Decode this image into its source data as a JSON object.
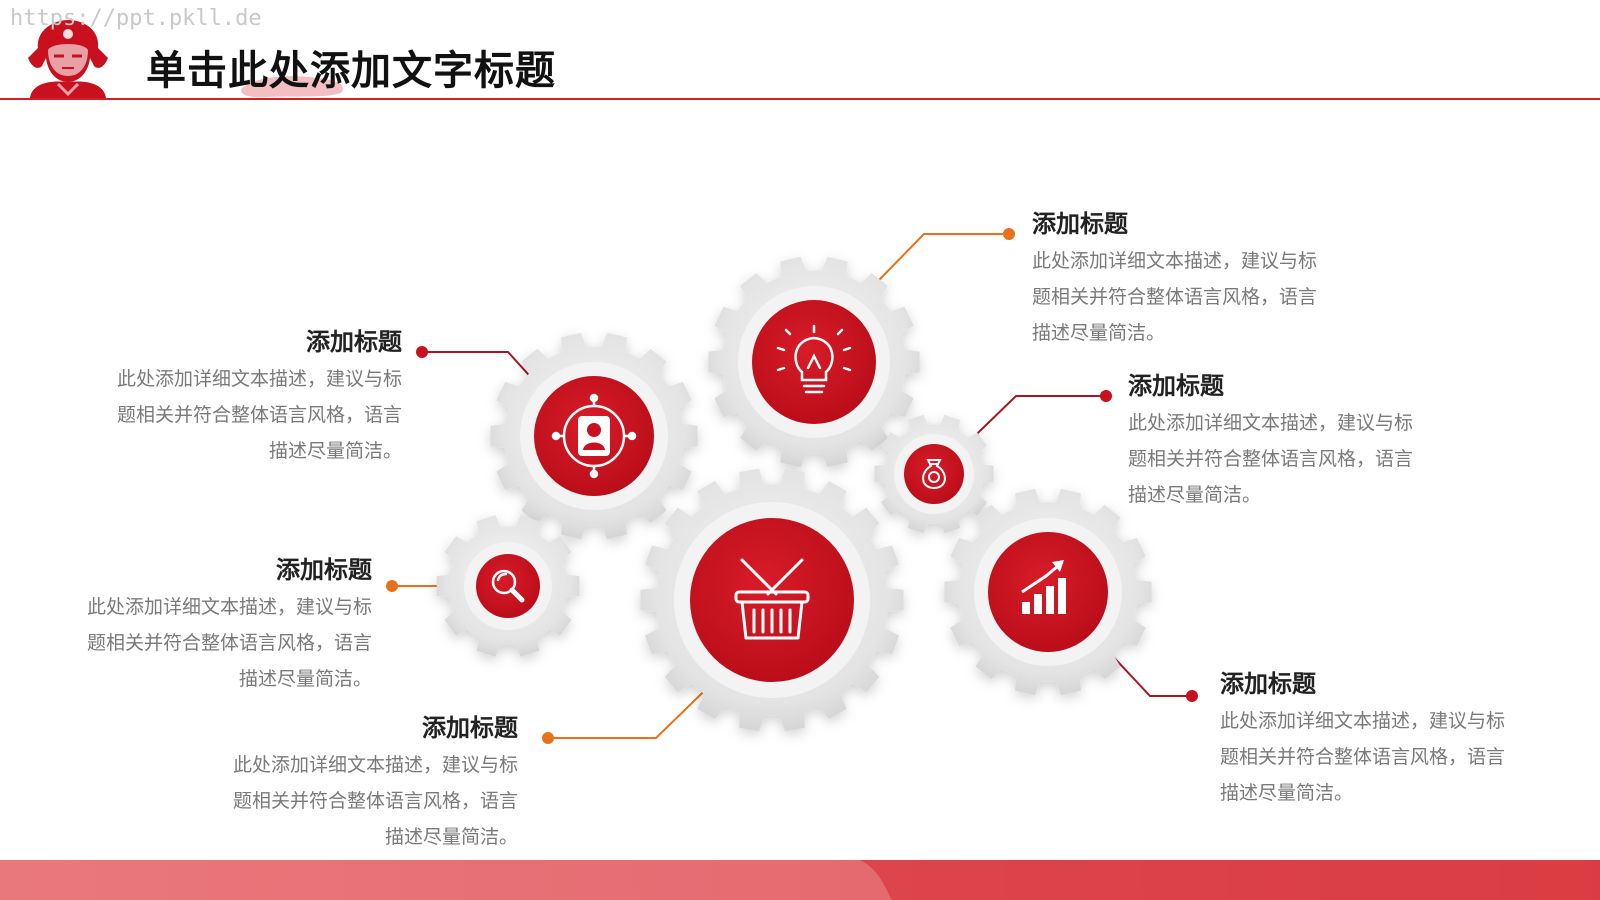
{
  "watermark": "https://ppt.pkll.de",
  "title": "单击此处添加文字标题",
  "colors": {
    "accent": "#c8101e",
    "rule": "#d0202a",
    "orange": "#e8721c",
    "gear": "#e2e2e2",
    "text": "#222222",
    "muted": "#7a7a7a"
  },
  "blocks": [
    {
      "id": "left-top",
      "heading": "添加标题",
      "lines": [
        "此处添加详细文本描述，建议与标",
        "题相关并符合整体语言风格，语言",
        "描述尽量简洁。"
      ]
    },
    {
      "id": "left-mid",
      "heading": "添加标题",
      "lines": [
        "此处添加详细文本描述，建议与标",
        "题相关并符合整体语言风格，语言",
        "描述尽量简洁。"
      ]
    },
    {
      "id": "left-bottom",
      "heading": "添加标题",
      "lines": [
        "此处添加详细文本描述，建议与标",
        "题相关并符合整体语言风格，语言",
        "描述尽量简洁。"
      ]
    },
    {
      "id": "right-top",
      "heading": "添加标题",
      "lines": [
        "此处添加详细文本描述，建议与标",
        "题相关并符合整体语言风格，语言",
        "描述尽量简洁。"
      ]
    },
    {
      "id": "right-mid",
      "heading": "添加标题",
      "lines": [
        "此处添加详细文本描述，建议与标",
        "题相关并符合整体语言风格，语言",
        "描述尽量简洁。"
      ]
    },
    {
      "id": "right-bottom",
      "heading": "添加标题",
      "lines": [
        "此处添加详细文本描述，建议与标",
        "题相关并符合整体语言风格，语言",
        "描述尽量简洁。"
      ]
    }
  ],
  "gears": [
    {
      "id": "gear-person",
      "icon": "person-target-icon"
    },
    {
      "id": "gear-bulb",
      "icon": "lightbulb-icon"
    },
    {
      "id": "gear-money",
      "icon": "money-bag-icon"
    },
    {
      "id": "gear-search",
      "icon": "search-icon"
    },
    {
      "id": "gear-basket",
      "icon": "basket-icon"
    },
    {
      "id": "gear-chart",
      "icon": "growth-chart-icon"
    }
  ]
}
